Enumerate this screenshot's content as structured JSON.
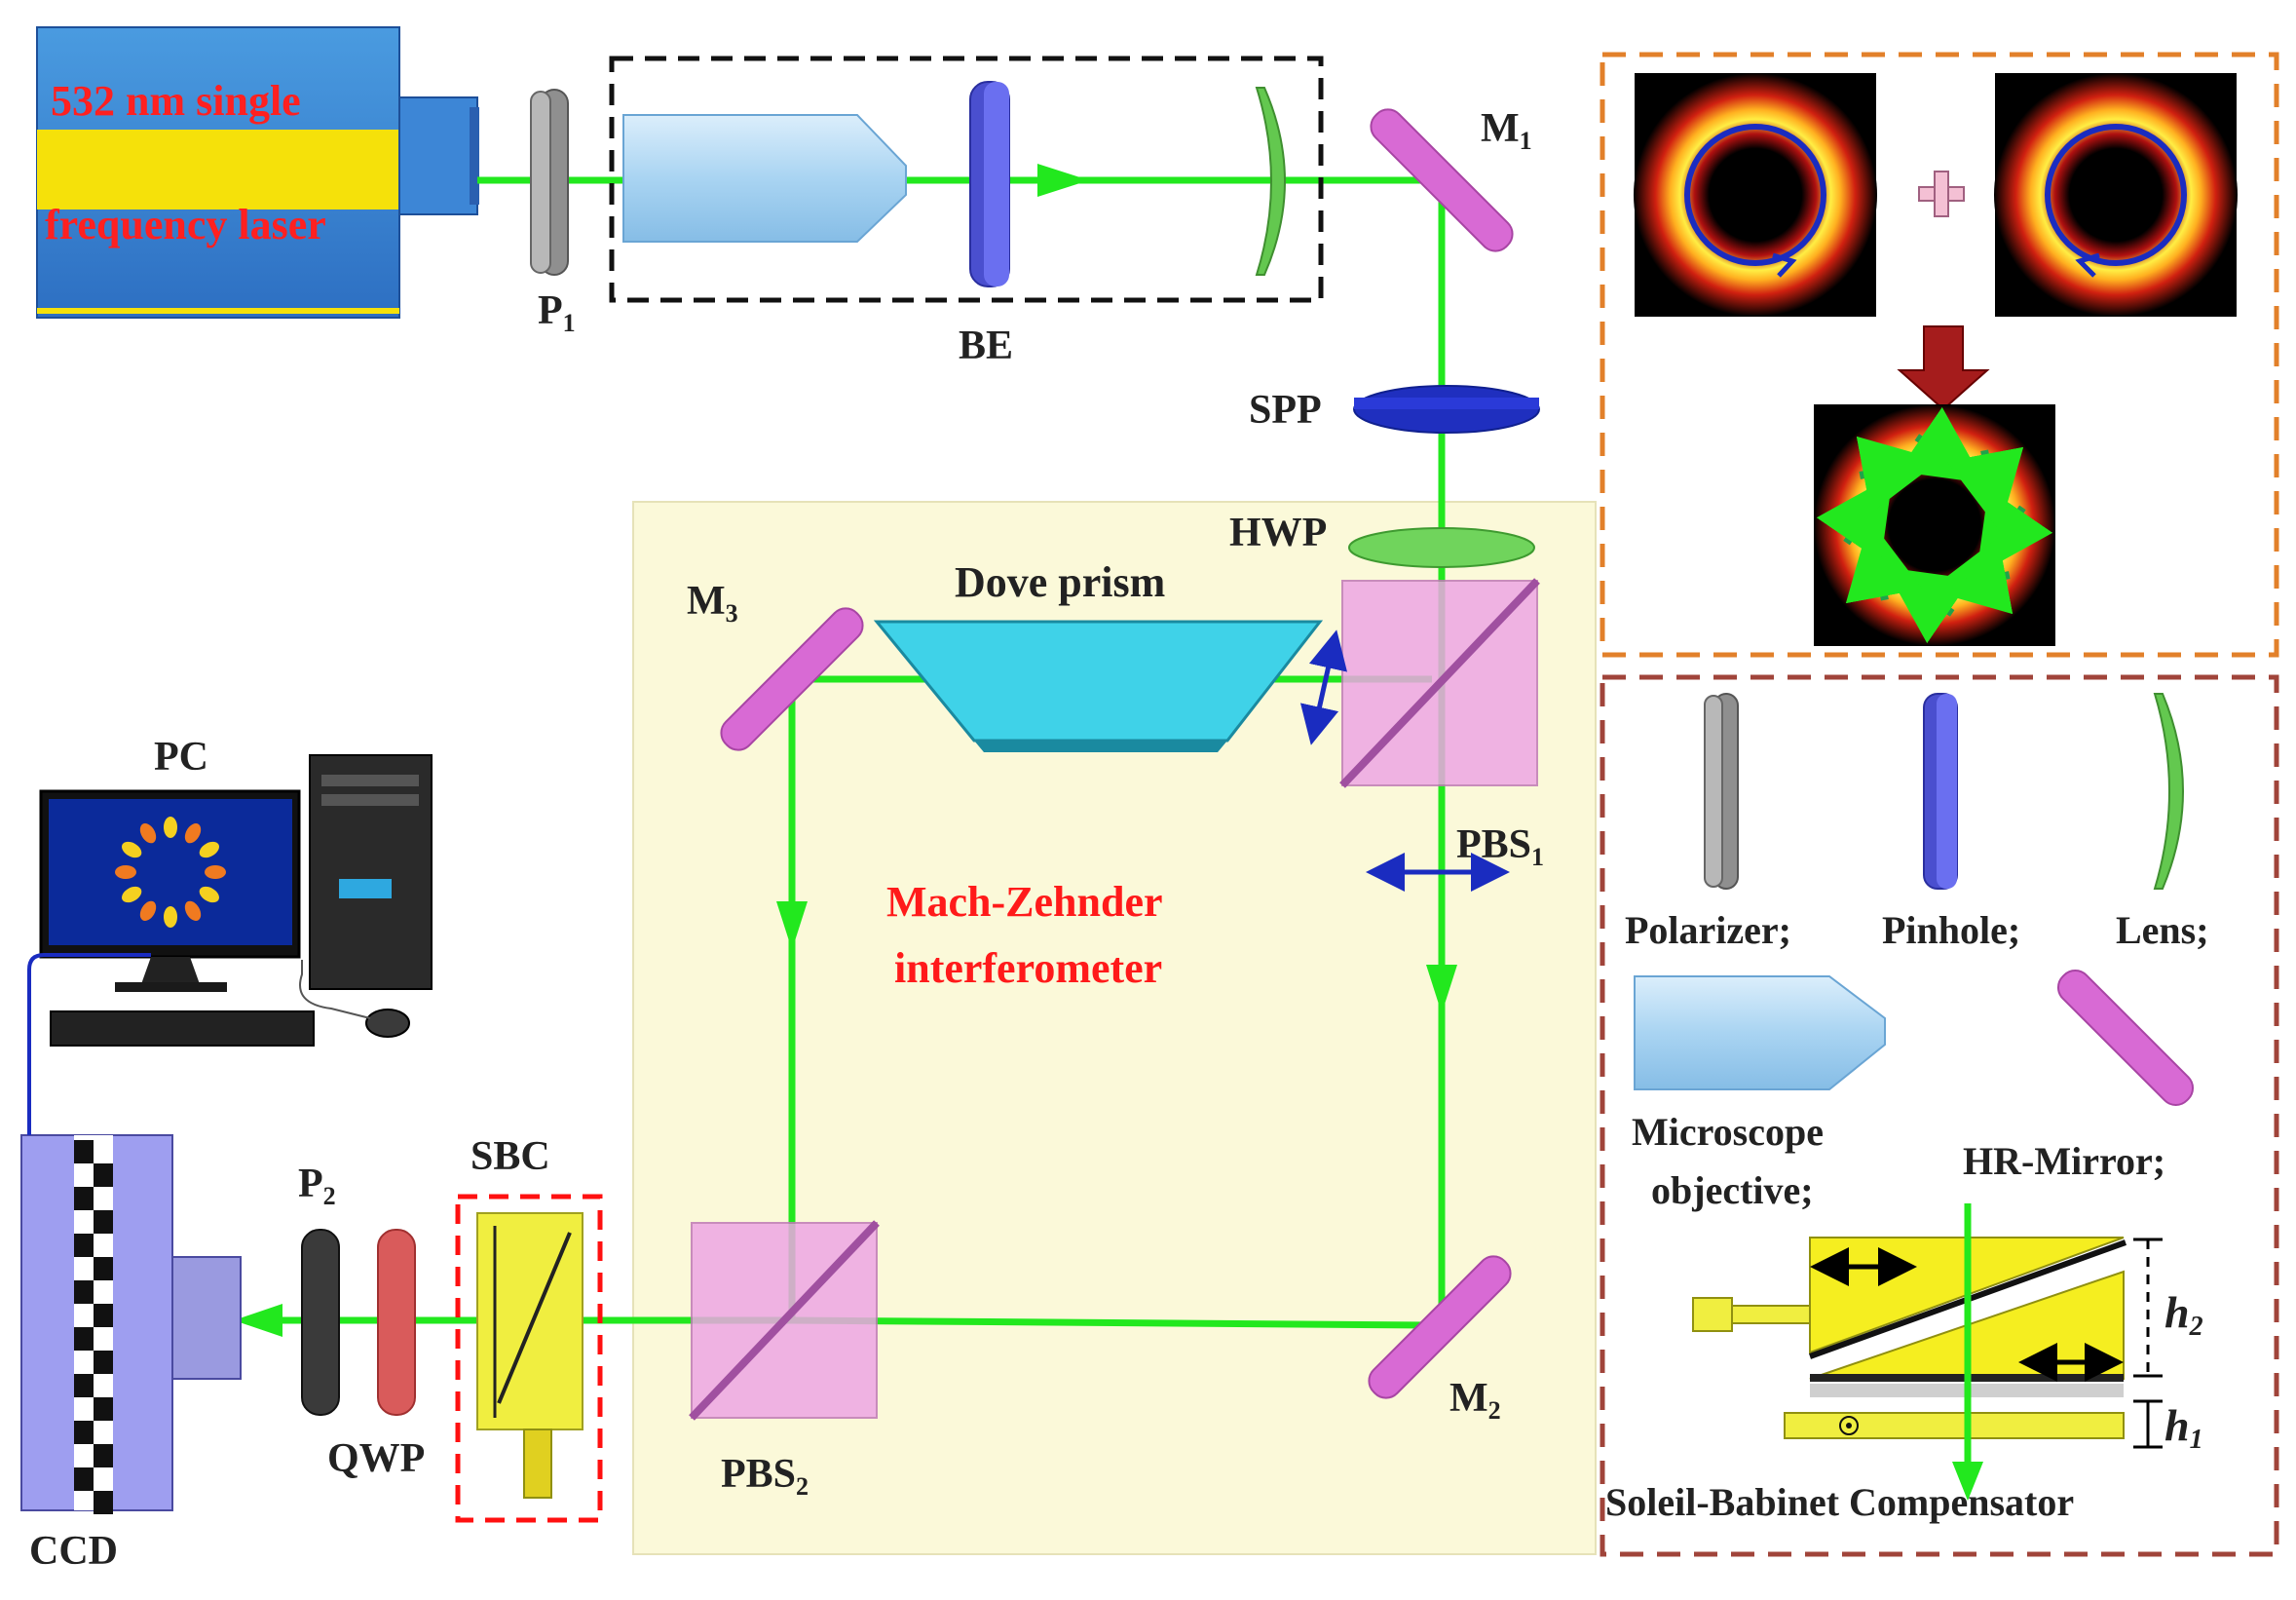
{
  "labels": {
    "laser_line1": "532 nm single",
    "laser_line2": "frequency laser",
    "p1": "P",
    "p1_sub": "1",
    "be": "BE",
    "m1": "M",
    "m1_sub": "1",
    "spp": "SPP",
    "hwp": "HWP",
    "m3": "M",
    "m3_sub": "3",
    "dove": "Dove prism",
    "pbs1": "PBS",
    "pbs1_sub": "1",
    "mz_line1": "Mach-Zehnder",
    "mz_line2": "interferometer",
    "pc": "PC",
    "p2": "P",
    "p2_sub": "2",
    "sbc": "SBC",
    "qwp": "QWP",
    "pbs2": "PBS",
    "pbs2_sub": "2",
    "m2": "M",
    "m2_sub": "2",
    "ccd": "CCD"
  },
  "legend": {
    "polarizer": "Polarizer;",
    "pinhole": "Pinhole;",
    "lens": "Lens;",
    "microscope_line1": "Microscope",
    "microscope_line2": "objective;",
    "hr_mirror": "HR-Mirror;",
    "h2": "h",
    "h2_sub": "2",
    "h1": "h",
    "h1_sub": "1",
    "sbc_name": "Soleil-Babinet Compensator"
  },
  "colors": {
    "beam": "#22e81e",
    "laser_text": "#ff2020",
    "mz_text": "#ff1a1a",
    "inset_border": "#e2802a",
    "legend_border": "#a0443a",
    "mz_box": "#fbf9d9",
    "sbc_box": "#ff1010",
    "mirror": "#d86ad4",
    "cube": "#eda6e4",
    "dove": "#3fd2e8",
    "arrow_blue": "#1a2cc0"
  },
  "icons": {
    "plus": "plus-icon",
    "down_arrow": "down-arrow-icon",
    "polarization_arrow": "double-arrow-icon"
  }
}
